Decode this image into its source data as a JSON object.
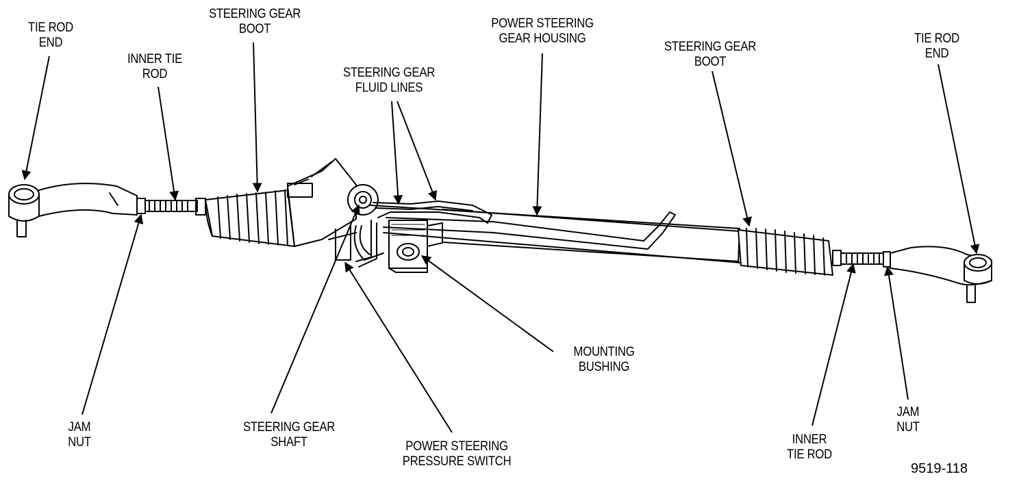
{
  "labels": {
    "tie_rod_end_left": [
      "TIE ROD",
      "END"
    ],
    "inner_tie_rod_left": [
      "INNER TIE",
      "ROD"
    ],
    "steering_gear_boot_left": [
      "STEERING GEAR",
      "BOOT"
    ],
    "steering_gear_fluid_lines": [
      "STEERING GEAR",
      "FLUID LINES"
    ],
    "power_steering_gear_housing": [
      "POWER STEERING",
      "GEAR HOUSING"
    ],
    "steering_gear_boot_right": [
      "STEERING GEAR",
      "BOOT"
    ],
    "tie_rod_end_right": [
      "TIE ROD",
      "END"
    ],
    "mounting_bushing": [
      "MOUNTING",
      "BUSHING"
    ],
    "jam_nut_left": [
      "JAM",
      "NUT"
    ],
    "steering_gear_shaft": [
      "STEERING GEAR",
      "SHAFT"
    ],
    "power_steering_pressure_switch": [
      "POWER STEERING",
      "PRESSURE SWITCH"
    ],
    "inner_tie_rod_right": [
      "INNER",
      "TIE ROD"
    ],
    "jam_nut_right": [
      "JAM",
      "NUT"
    ]
  },
  "figure_number": "9519-118"
}
